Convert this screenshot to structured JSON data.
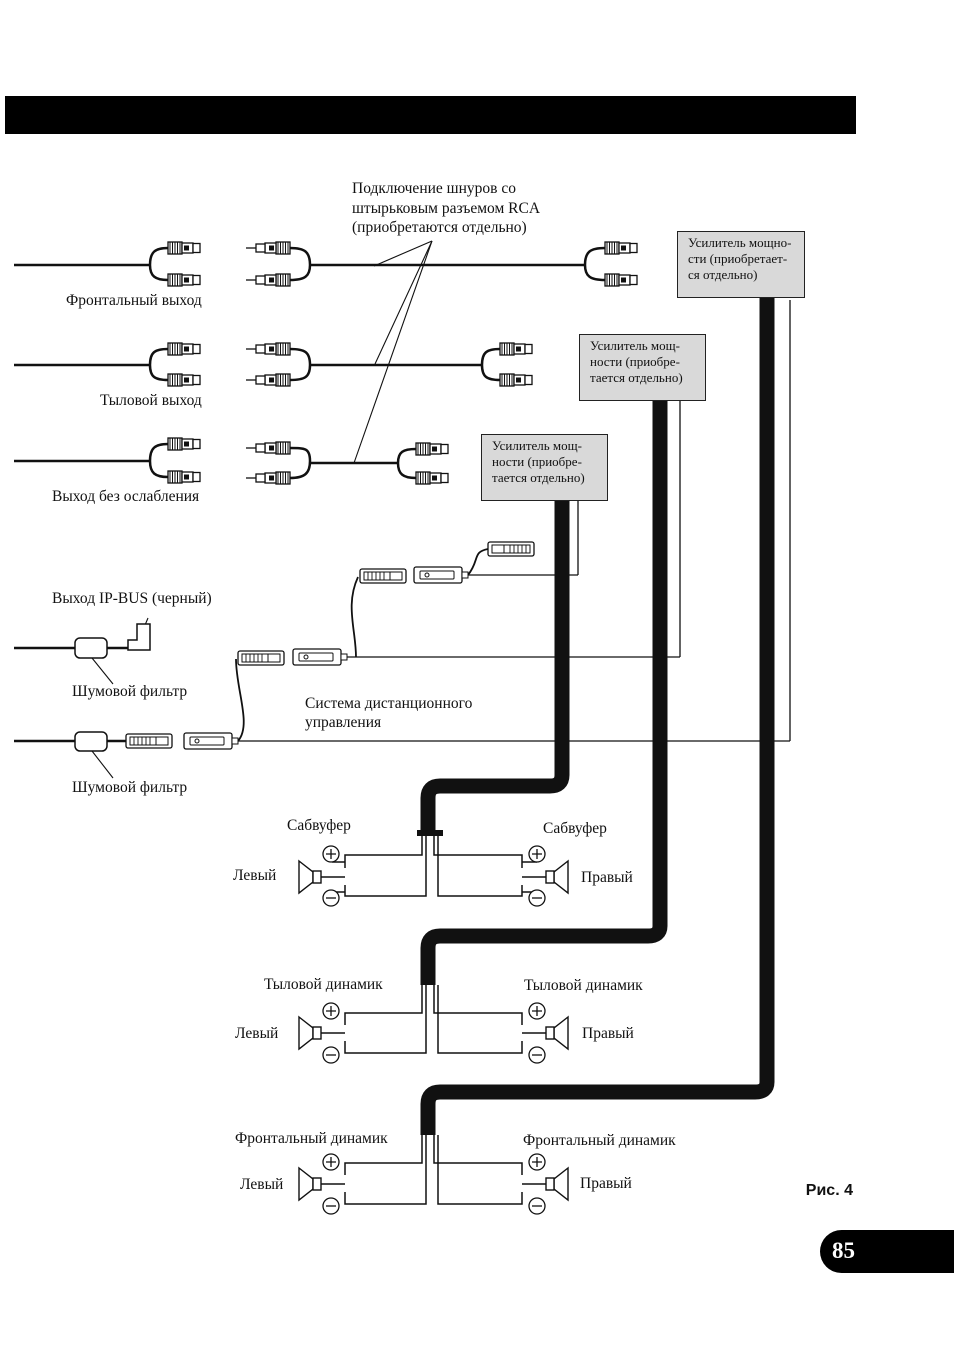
{
  "rca_cable_note": [
    "Подключение шнуров со",
    "штырьковым разъемом RCA",
    "(приобретаются отдельно)"
  ],
  "outputs": {
    "front": "Фронтальный выход",
    "rear": "Тыловой выход",
    "non_fading": "Выход без ослабления",
    "ip_bus": "Выход IP-BUS (черный)"
  },
  "noise_filter_1": "Шумовой фильтр",
  "noise_filter_2": "Шумовой фильтр",
  "remote_control": [
    "Системa дистанционного",
    "управления"
  ],
  "amplifiers": [
    [
      "Усилитель мощно-",
      "сти (приобретает-",
      "ся отдельно)"
    ],
    [
      "Усилитель мощ-",
      "ности (приобре-",
      "тается отдельно)"
    ],
    [
      "Усилитель мощ-",
      "ности (приобре-",
      "тается отдельно)"
    ]
  ],
  "speakers": {
    "subwoofer": {
      "left_title": "Сабвуфер",
      "right_title": "Сабвуфер",
      "left": "Левый",
      "right": "Правый"
    },
    "rear": {
      "left_title": "Тыловой динамик",
      "right_title": "Тыловой динамик",
      "left": "Левый",
      "right": "Правый"
    },
    "front": {
      "left_title": "Фронтальный динамик",
      "right_title": "Фронтальный динамик",
      "left": "Левый",
      "right": "Правый"
    }
  },
  "figure_label": "Рис. 4",
  "page_number": "85"
}
